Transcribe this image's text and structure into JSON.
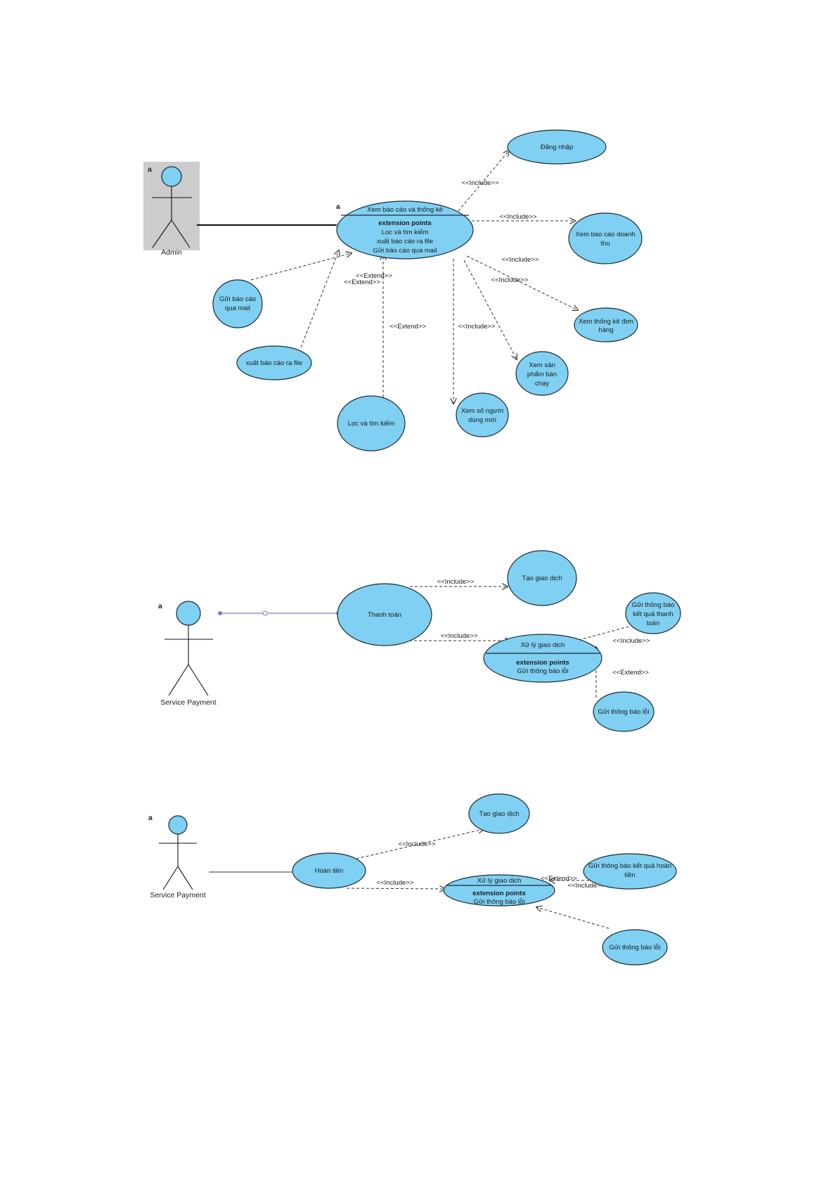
{
  "colors": {
    "usecase_fill": "#7fd0f2",
    "outline": "#1b2a34",
    "actor_box": "#cccccc",
    "association_purple": "#7a7acf"
  },
  "diagram1": {
    "actor": {
      "marker": "a",
      "name": "Admin"
    },
    "main_usecase": {
      "marker": "a",
      "title": "Xem báo cáo và thống kê",
      "ext_header": "extension points",
      "ext_points": [
        "Lọc và tìm kiếm",
        "xuất báo cáo ra file",
        "Gửi báo cáo qua mail"
      ]
    },
    "usecases": {
      "dang_nhap": [
        "Đăng nhập"
      ],
      "doanh_thu": [
        "Xem báo cáo doanh",
        "thu"
      ],
      "don_hang": [
        "Xem thống kê đơn",
        "hàng"
      ],
      "san_pham": [
        "Xem sản",
        "phẩm bán",
        "chạy"
      ],
      "nguoi_dung": [
        "Xem số người",
        "dùng mới"
      ],
      "loc": [
        "Lọc và tìm kiếm"
      ],
      "xuat": [
        "xuất báo cáo ra file"
      ],
      "gui_mail": [
        "Gửi báo cáo",
        "qua mail"
      ]
    },
    "labels": {
      "inc_dang_nhap": "<<Include>>",
      "inc_doanh_thu": "<<Include>>",
      "inc_don_hang_1": "<<Include>>",
      "inc_don_hang_2": "<<Include>>",
      "inc_nguoi_dung": "<<Include>>",
      "ext_1": "<<Extend>>",
      "ext_2": "<<Extend>>",
      "ext_loc": "<<Extend>>"
    }
  },
  "diagram2": {
    "actor": {
      "marker": "a",
      "name": "Service Payment"
    },
    "usecases": {
      "thanh_toan": [
        "Thanh toán"
      ],
      "tao_gd": [
        "Tạo giao dịch"
      ],
      "gui_kq": [
        "Gửi thông báo",
        "kết quả thanh",
        "toán"
      ],
      "gui_loi": [
        "Gửi thông báo lỗi"
      ]
    },
    "xu_ly": {
      "title": "Xử lý giao dịch",
      "ext_header": "extension points",
      "ext_point": "Gửi thông báo lỗi"
    },
    "labels": {
      "inc_tao": "<<Include>>",
      "inc_xu_ly": "<<Include>>",
      "inc_kq": "<<Include>>",
      "ext_loi": "<<Extend>>"
    }
  },
  "diagram3": {
    "actor": {
      "marker": "a",
      "name": "Service Payment"
    },
    "usecases": {
      "hoan_tien": [
        "Hoàn tiền"
      ],
      "tao_gd": [
        "Tạo giao dịch"
      ],
      "gui_kq": [
        "Gửi thông báo kết quả hoàn",
        "tiền"
      ],
      "gui_loi": [
        "Gửi thông báo lỗi"
      ]
    },
    "xu_ly": {
      "title": "Xử lý giao dịch",
      "ext_header": "extension points",
      "ext_point": "Gửi thông báo lỗi"
    },
    "labels": {
      "inc_tao": "<<Include>>",
      "inc_xu_ly": "<<Include>>",
      "ext_kq": "<<Extend>>",
      "inc_kq": "<<Include>>"
    }
  }
}
